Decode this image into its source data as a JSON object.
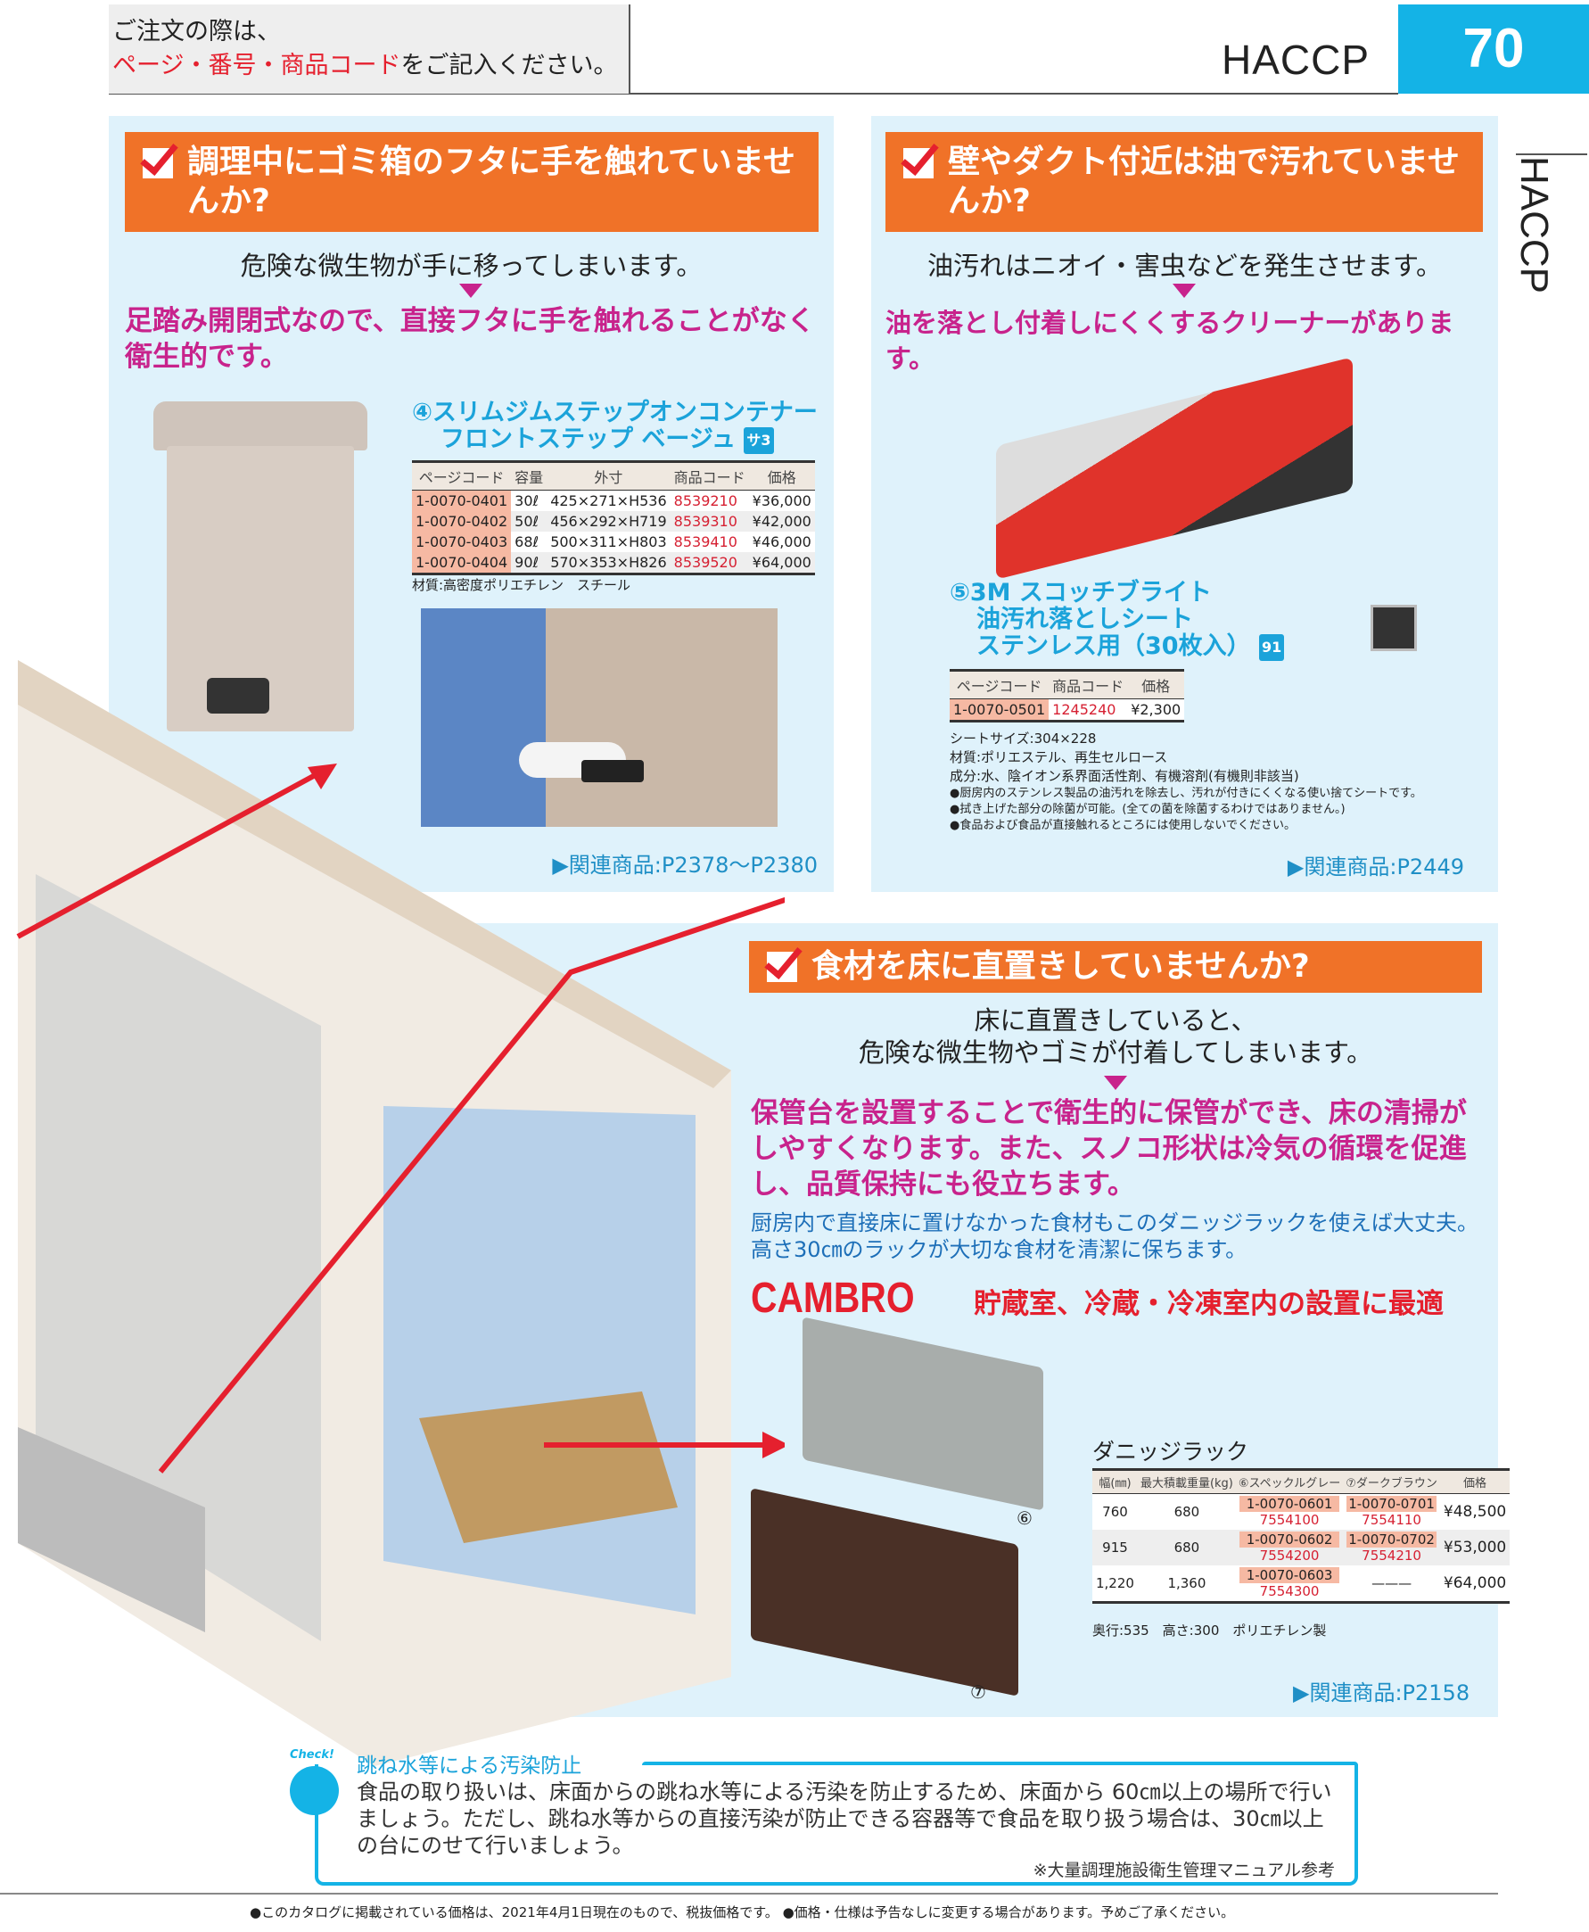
{
  "header": {
    "note_line1": "ご注文の際は、",
    "note_line2_red": "ページ・番号・商品コード",
    "note_line2_rest": "をご記入ください。",
    "section": "HACCP",
    "page_number": "70",
    "side_label": "HACCP"
  },
  "panel1": {
    "heading": "調理中にゴミ箱のフタに手を触れていませんか?",
    "lead": "危険な微生物が手に移ってしまいます。",
    "solution": "足踏み開閉式なので、直接フタに手を触れることがなく衛生的です。",
    "product": {
      "title_line1": "④スリムジムステップオンコンテナー",
      "title_line2": "フロントステップ ベージュ",
      "badge": "サ3",
      "columns": [
        "ページコード",
        "容量",
        "外寸",
        "商品コード",
        "価格"
      ],
      "rows": [
        [
          "1-0070-0401",
          "30ℓ",
          "425×271×H536",
          "8539210",
          "¥36,000"
        ],
        [
          "1-0070-0402",
          "50ℓ",
          "456×292×H719",
          "8539310",
          "¥42,000"
        ],
        [
          "1-0070-0403",
          "68ℓ",
          "500×311×H803",
          "8539410",
          "¥46,000"
        ],
        [
          "1-0070-0404",
          "90ℓ",
          "570×353×H826",
          "8539520",
          "¥64,000"
        ]
      ],
      "material": "材質:高密度ポリエチレン　スチール"
    },
    "related": "▶関連商品:P2378〜P2380"
  },
  "panel2": {
    "heading": "壁やダクト付近は油で汚れていませんか?",
    "lead": "油汚れはニオイ・害虫などを発生させます。",
    "solution": "油を落とし付着しにくくするクリーナーがあります。",
    "product": {
      "title_line1": "⑤3M スコッチブライト",
      "title_line2": "油汚れ落としシート",
      "title_line3": "ステンレス用（30枚入）",
      "badge": "91",
      "columns": [
        "ページコード",
        "商品コード",
        "価格"
      ],
      "rows": [
        [
          "1-0070-0501",
          "1245240",
          "¥2,300"
        ]
      ],
      "notes": [
        "シートサイズ:304×228",
        "材質:ポリエステル、再生セルロース",
        "成分:水、陰イオン系界面活性剤、有機溶剤(有機則非該当)",
        "●厨房内のステンレス製品の油汚れを除去し、汚れが付きにくくなる使い捨てシートです。",
        "●拭き上げた部分の除菌が可能。(全ての菌を除菌するわけではありません。)",
        "●食品および食品が直接触れるところには使用しないでください。"
      ]
    },
    "related": "▶関連商品:P2449"
  },
  "panel3": {
    "heading": "食材を床に直置きしていませんか?",
    "lead_line1": "床に直置きしていると、",
    "lead_line2": "危険な微生物やゴミが付着してしまいます。",
    "solution": "保管台を設置することで衛生的に保管ができ、床の清掃がしやすくなります。また、スノコ形状は冷気の循環を促進し、品質保持にも役立ちます。",
    "blue_note": "厨房内で直接床に置けなかった食材もこのダニッジラックを使えば大丈夫。高さ30㎝のラックが大切な食材を清潔に保ちます。",
    "brand": "CAMBRO",
    "brand_tagline": "貯蔵室、冷蔵・冷凍室内の設置に最適",
    "product": {
      "title": "ダニッジラック",
      "columns": [
        "幅(㎜)",
        "最大積載重量(kg)",
        "⑥スペックルグレー",
        "⑦ダークブラウン",
        "価格"
      ],
      "rows": [
        {
          "width": "760",
          "load": "680",
          "grey_page": "1-0070-0601",
          "grey_code": "7554100",
          "brown_page": "1-0070-0701",
          "brown_code": "7554110",
          "price": "¥48,500"
        },
        {
          "width": "915",
          "load": "680",
          "grey_page": "1-0070-0602",
          "grey_code": "7554200",
          "brown_page": "1-0070-0702",
          "brown_code": "7554210",
          "price": "¥53,000"
        },
        {
          "width": "1,220",
          "load": "1,360",
          "grey_page": "1-0070-0603",
          "grey_code": "7554300",
          "brown_page": "———",
          "brown_code": "",
          "price": "¥64,000"
        }
      ],
      "specs": "奥行:535　高さ:300　ポリエチレン製",
      "label_grey": "⑥",
      "label_brown": "⑦"
    },
    "related": "▶関連商品:P2158"
  },
  "check": {
    "badge": "Check!",
    "title": "跳ね水等による汚染防止",
    "body": "食品の取り扱いは、床面からの跳ね水等による汚染を防止するため、床面から 60㎝以上の場所で行いましょう。ただし、跳ね水等からの直接汚染が防止できる容器等で食品を取り扱う場合は、30㎝以上の台にのせて行いましょう。",
    "source": "※大量調理施設衛生管理マニュアル参考"
  },
  "footer": "●このカタログに掲載されている価格は、2021年4月1日現在のもので、税抜価格です。 ●価格・仕様は予告なしに変更する場合があります。予めご了承ください。",
  "colors": {
    "accent_blue": "#14b3e6",
    "orange": "#f07228",
    "pink": "#c8238c",
    "red": "#e5202e",
    "panel_bg": "#dff2fb"
  }
}
